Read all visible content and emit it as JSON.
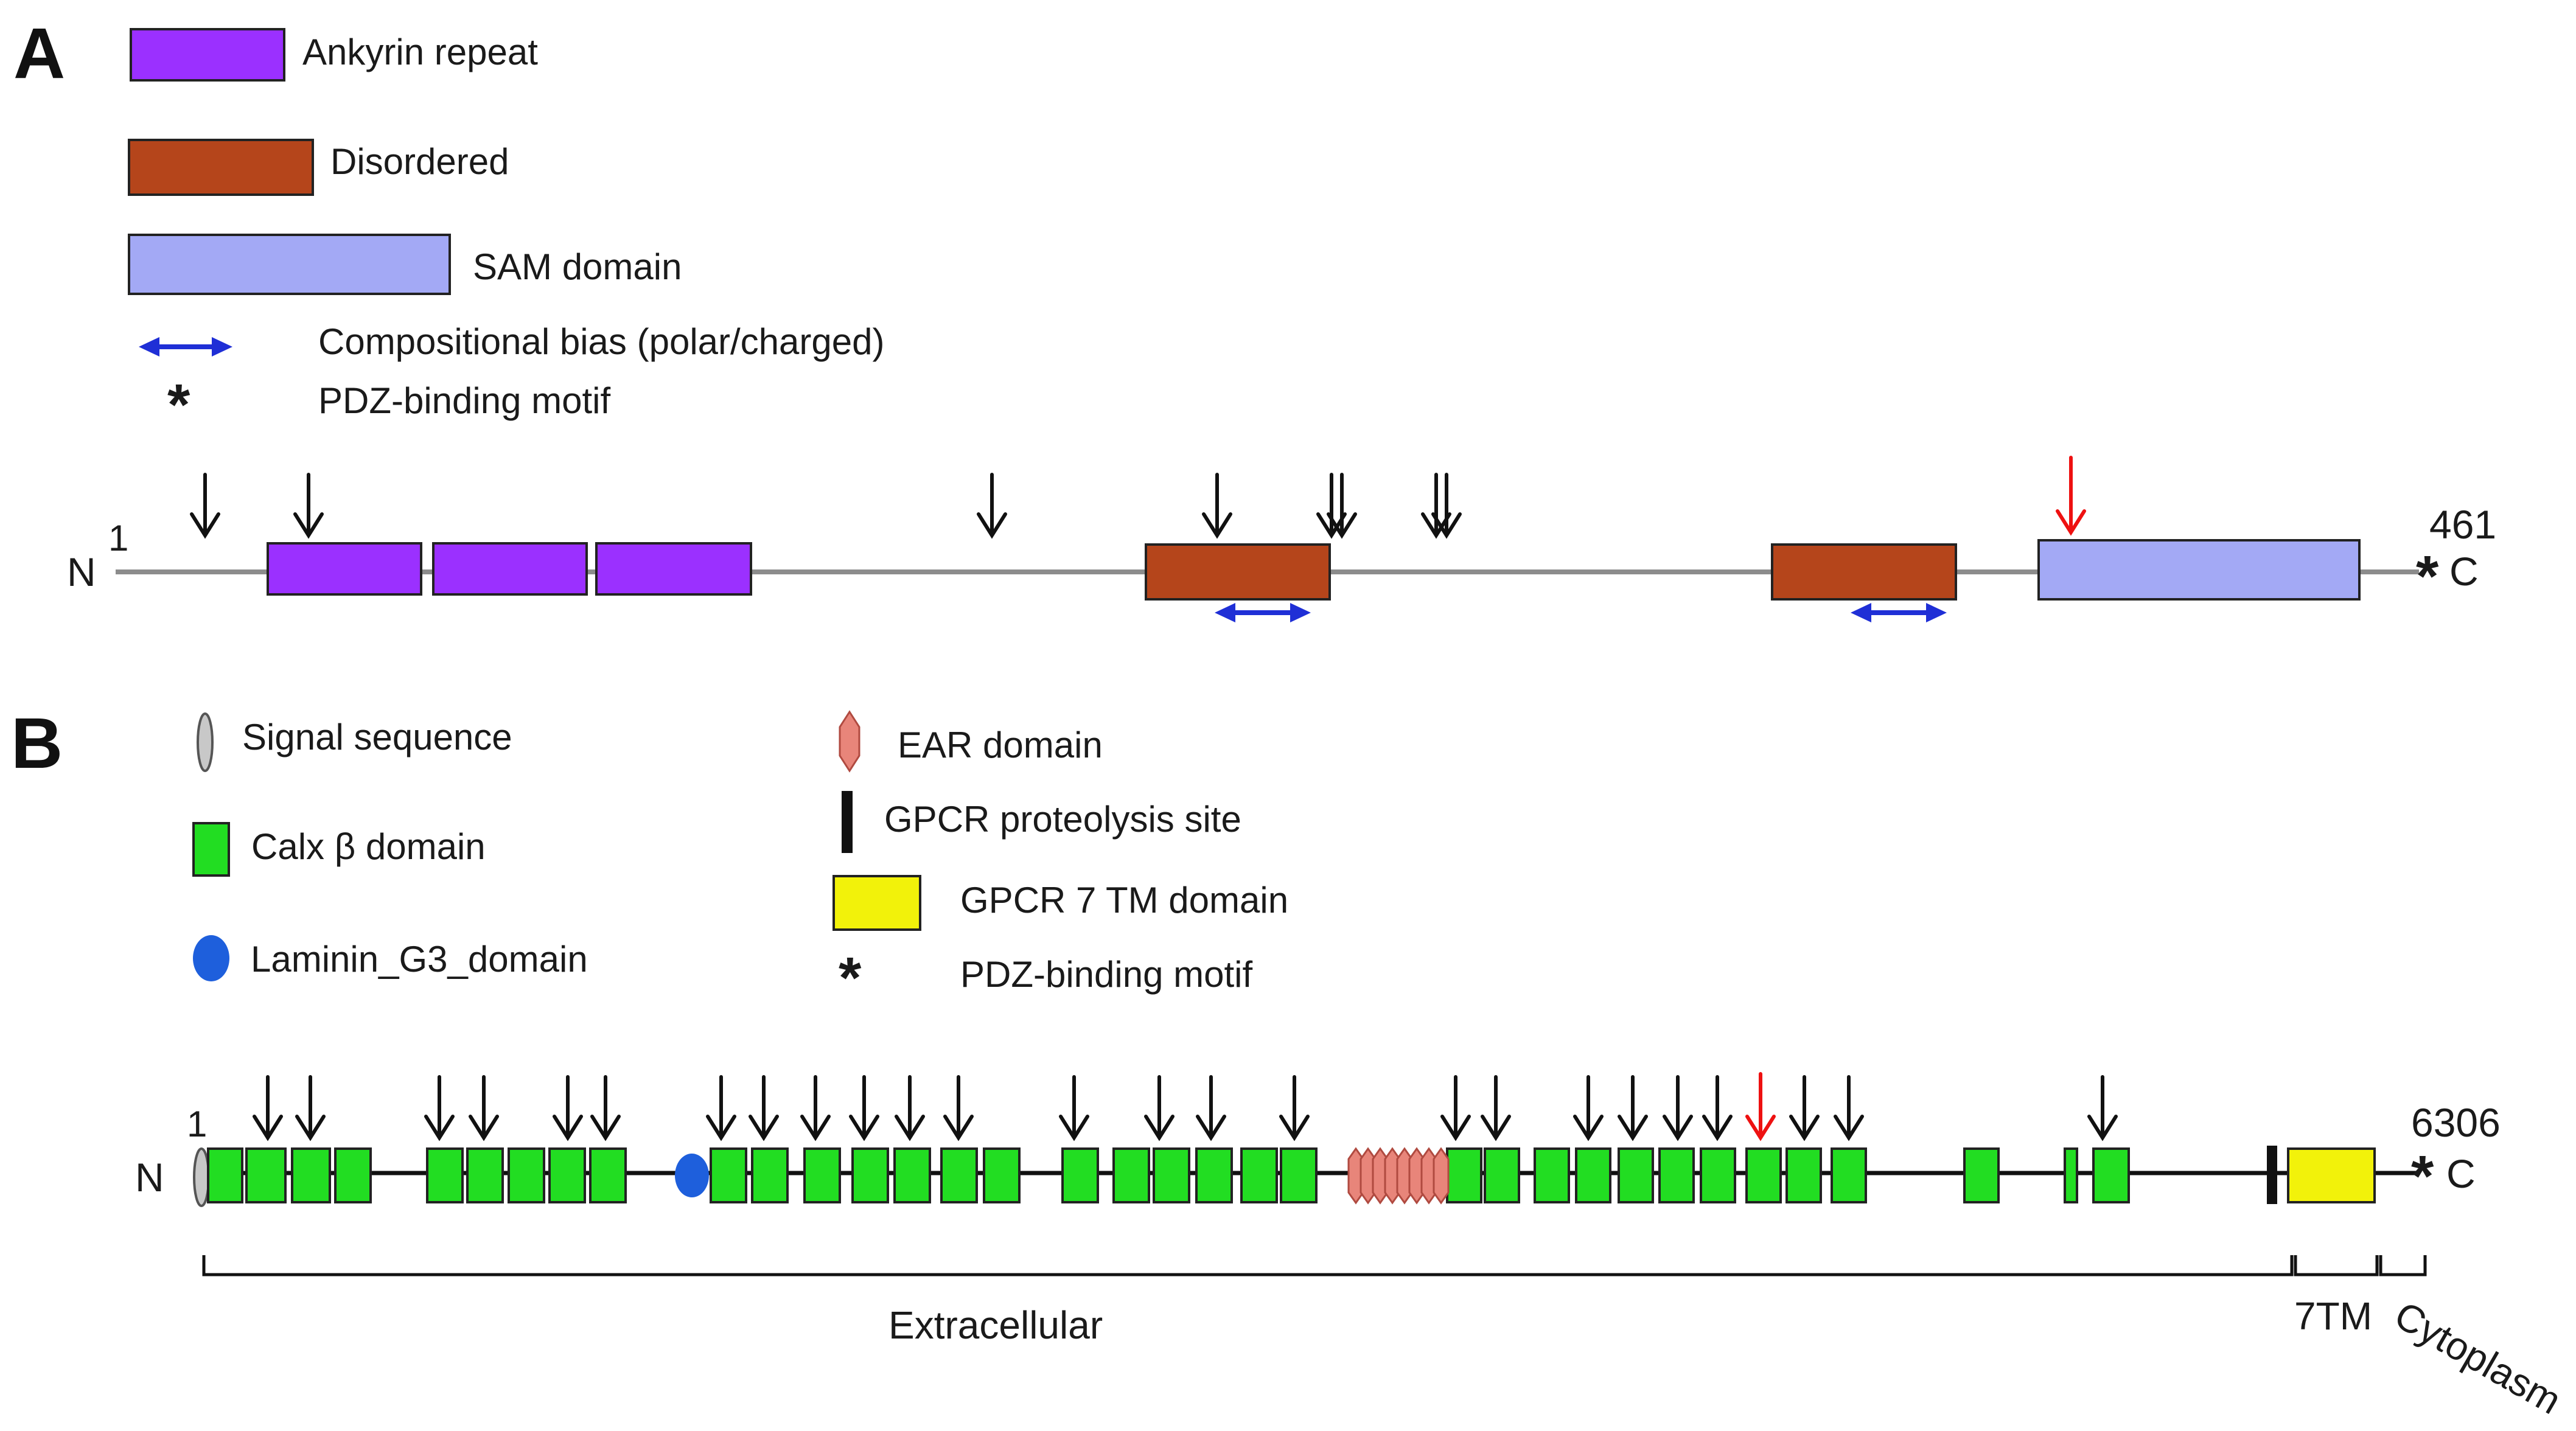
{
  "panel_a": {
    "letter": "A",
    "legend": {
      "ankyrin": "Ankyrin repeat",
      "disordered": "Disordered",
      "sam": "SAM domain",
      "bias": "Compositional bias (polar/charged)",
      "pdz": "PDZ-binding motif"
    },
    "protein": {
      "n_label": "N",
      "start": "1",
      "end": "461",
      "c_label": "C",
      "pdz_symbol": "*"
    }
  },
  "panel_b": {
    "letter": "B",
    "legend": {
      "signal": "Signal sequence",
      "calx": "Calx β domain",
      "laminin": "Laminin_G3_domain",
      "ear": "EAR domain",
      "gpcr_site": "GPCR proteolysis site",
      "gpcr_7tm": "GPCR 7 TM domain",
      "pdz": "PDZ-binding motif"
    },
    "protein": {
      "n_label": "N",
      "start": "1",
      "end": "6306",
      "c_label": "C",
      "pdz_symbol": "*"
    },
    "regions": {
      "extracellular": "Extracellular",
      "tm": "7TM",
      "cytoplasm": "Cytoplasm"
    }
  },
  "colors": {
    "ankyrin": "#9b30ff",
    "disordered": "#b5451b",
    "sam": "#a3a9f5",
    "bias_arrow": "#1f2fd6",
    "calx": "#22dd22",
    "laminin": "#1e5fdc",
    "ear": "#e8857a",
    "gpcr_7tm": "#f2f20a",
    "signal": "#c8c8c8",
    "arrow": "#111111",
    "highlight_arrow": "#ee1111"
  }
}
